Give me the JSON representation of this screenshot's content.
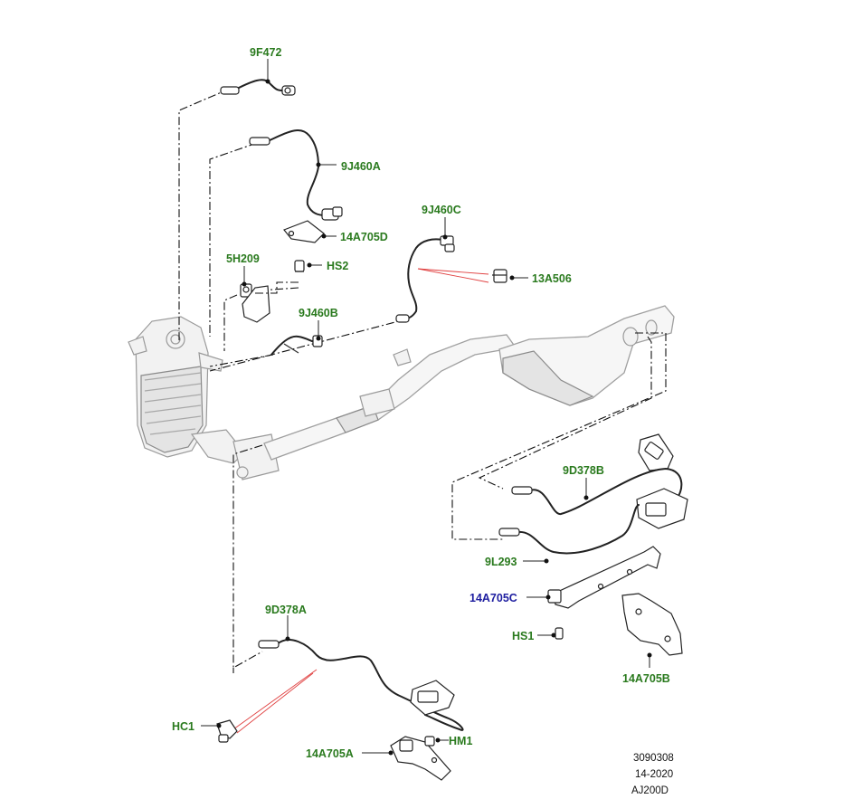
{
  "callouts": {
    "p9F472": "9F472",
    "p9J460A": "9J460A",
    "p14A705D": "14A705D",
    "p9J460C": "9J460C",
    "p5H209": "5H209",
    "pHS2": "HS2",
    "p13A506": "13A506",
    "p9J460B": "9J460B",
    "p9D378B": "9D378B",
    "p9L293": "9L293",
    "p14A705C": "14A705C",
    "pHS1": "HS1",
    "p14A705B": "14A705B",
    "p9D378A": "9D378A",
    "pHC1": "HC1",
    "pHM1": "HM1",
    "p14A705A": "14A705A"
  },
  "reference": {
    "line1": "3090308",
    "line2": "14-2020",
    "line3": "AJ200D"
  },
  "colors": {
    "label_green": "#2a7a1e",
    "label_blue": "#1e1ea0",
    "highlight_red": "#e04040"
  }
}
